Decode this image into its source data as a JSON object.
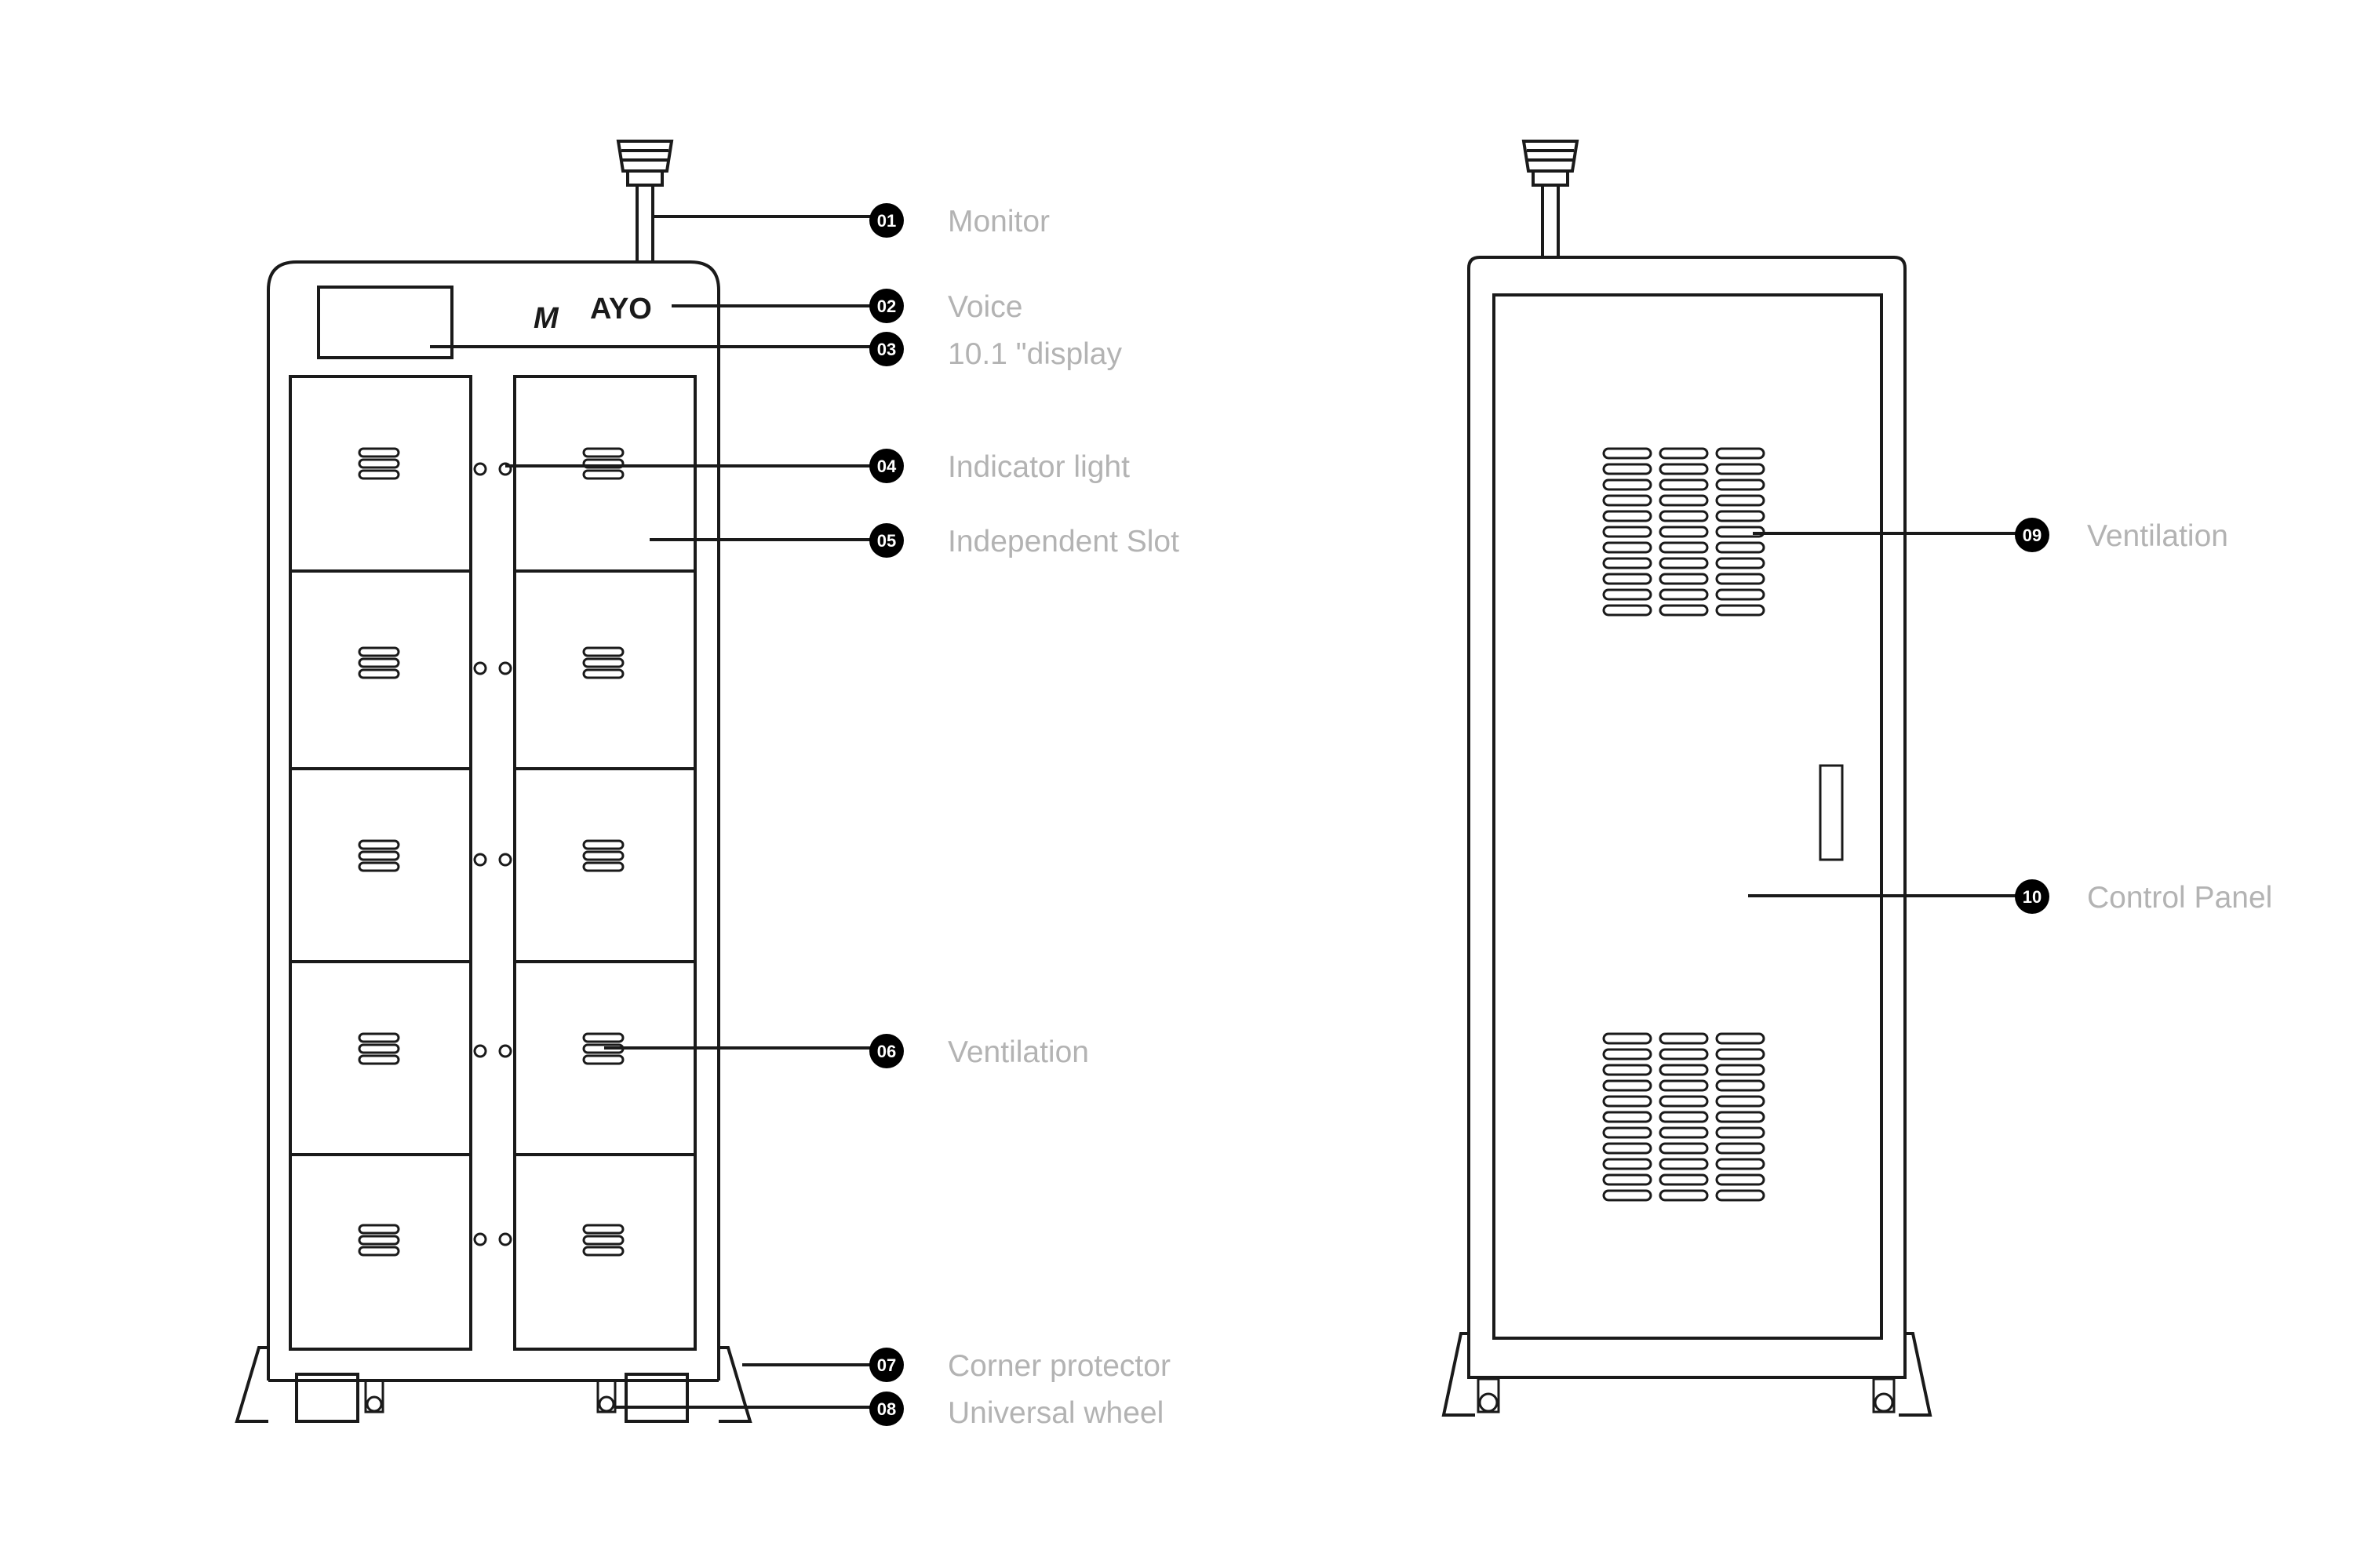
{
  "logo": {
    "text": "AYO",
    "letter": "M"
  },
  "front_callouts": [
    {
      "num": "01",
      "label": "Monitor"
    },
    {
      "num": "02",
      "label": "Voice"
    },
    {
      "num": "03",
      "label": "10.1 \"display"
    },
    {
      "num": "04",
      "label": "Indicator light"
    },
    {
      "num": "05",
      "label": "Independent Slot"
    },
    {
      "num": "06",
      "label": "Ventilation"
    },
    {
      "num": "07",
      "label": "Corner protector"
    },
    {
      "num": "08",
      "label": "Universal wheel"
    }
  ],
  "back_callouts": [
    {
      "num": "09",
      "label": "Ventilation"
    },
    {
      "num": "10",
      "label": "Control Panel"
    }
  ],
  "colors": {
    "line": "#1a1a1a",
    "label": "#b3b3b3",
    "badge": "#000000"
  }
}
